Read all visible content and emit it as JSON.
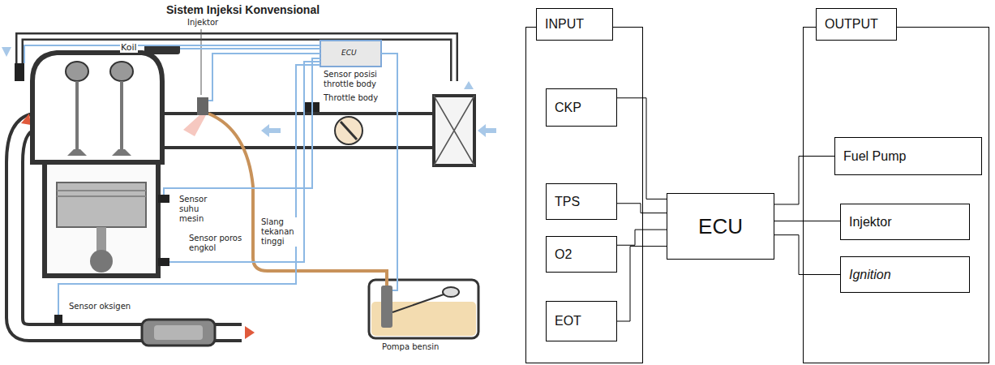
{
  "diagram": {
    "title": "Sistem Injeksi Konvensional",
    "nodes": [
      {
        "text": [
          "INPUT"
        ]
      },
      {
        "text": [
          "CKP"
        ],
        "in": 0
      },
      {
        "text": [
          "TPS"
        ],
        "in": 0
      },
      {
        "text": [
          "O2"
        ],
        "in": 0
      },
      {
        "text": [
          "EOT"
        ],
        "in": 0
      },
      {
        "text": [
          "ECU"
        ]
      },
      {
        "text": [
          "OUTPUT"
        ]
      },
      {
        "text": [
          "Fuel Pump"
        ],
        "in": 6
      },
      {
        "text": [
          "Injektor"
        ],
        "in": 6
      },
      {
        "text": [
          "Ignition"
        ],
        "in": 6
      }
    ],
    "edges": [
      {
        "from": 1,
        "to": 5,
        "arrow": "none"
      },
      {
        "from": 2,
        "to": 5,
        "arrow": "none"
      },
      {
        "from": 3,
        "to": 5,
        "arrow": "none"
      },
      {
        "from": 4,
        "to": 5,
        "arrow": "none"
      },
      {
        "from": 5,
        "to": 7,
        "arrow": "none"
      },
      {
        "from": 5,
        "to": 8,
        "arrow": "none"
      },
      {
        "from": 5,
        "to": 9,
        "arrow": "none"
      }
    ],
    "labels": [
      "Koil",
      "Injektor",
      "ECU",
      "Sensor posisi throttle body",
      "Throttle body",
      "Sensor suhu mesin",
      "Sensor poros engkol",
      "Slang tekanan tinggi",
      "Sensor oksigen",
      "Pompa bensin"
    ]
  }
}
